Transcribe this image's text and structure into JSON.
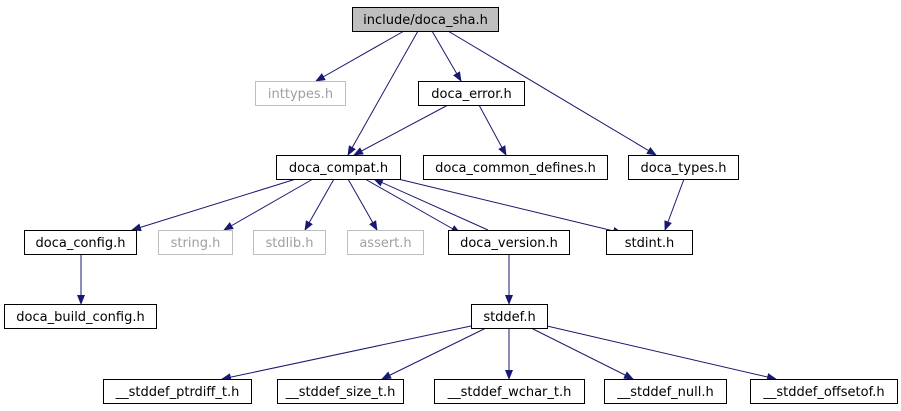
{
  "graph": {
    "colors": {
      "edge": "#191970",
      "node_border": "#000000",
      "node_border_missing": "#bfbfbf",
      "node_text": "#000000",
      "node_text_missing": "#a0a0a0",
      "root_fill": "#bfbfbf",
      "node_fill": "#ffffff"
    },
    "nodes": [
      {
        "id": "doca_sha",
        "label": "include/doca_sha.h",
        "kind": "root"
      },
      {
        "id": "inttypes",
        "label": "inttypes.h",
        "kind": "missing"
      },
      {
        "id": "doca_error",
        "label": "doca_error.h",
        "kind": "normal"
      },
      {
        "id": "doca_compat",
        "label": "doca_compat.h",
        "kind": "normal"
      },
      {
        "id": "doca_common_defines",
        "label": "doca_common_defines.h",
        "kind": "normal"
      },
      {
        "id": "doca_types",
        "label": "doca_types.h",
        "kind": "normal"
      },
      {
        "id": "doca_config",
        "label": "doca_config.h",
        "kind": "normal"
      },
      {
        "id": "string",
        "label": "string.h",
        "kind": "missing"
      },
      {
        "id": "stdlib",
        "label": "stdlib.h",
        "kind": "missing"
      },
      {
        "id": "assert",
        "label": "assert.h",
        "kind": "missing"
      },
      {
        "id": "doca_version",
        "label": "doca_version.h",
        "kind": "normal"
      },
      {
        "id": "stdint",
        "label": "stdint.h",
        "kind": "normal"
      },
      {
        "id": "doca_build_config",
        "label": "doca_build_config.h",
        "kind": "normal"
      },
      {
        "id": "stddef",
        "label": "stddef.h",
        "kind": "normal"
      },
      {
        "id": "stddef_ptrdiff_t",
        "label": "__stddef_ptrdiff_t.h",
        "kind": "normal"
      },
      {
        "id": "stddef_size_t",
        "label": "__stddef_size_t.h",
        "kind": "normal"
      },
      {
        "id": "stddef_wchar_t",
        "label": "__stddef_wchar_t.h",
        "kind": "normal"
      },
      {
        "id": "stddef_null",
        "label": "__stddef_null.h",
        "kind": "normal"
      },
      {
        "id": "stddef_offsetof",
        "label": "__stddef_offsetof.h",
        "kind": "normal"
      }
    ],
    "edges": [
      {
        "from": "doca_sha",
        "to": "inttypes"
      },
      {
        "from": "doca_sha",
        "to": "doca_compat"
      },
      {
        "from": "doca_sha",
        "to": "doca_error"
      },
      {
        "from": "doca_sha",
        "to": "doca_types"
      },
      {
        "from": "doca_error",
        "to": "doca_compat"
      },
      {
        "from": "doca_error",
        "to": "doca_common_defines"
      },
      {
        "from": "doca_types",
        "to": "stdint"
      },
      {
        "from": "doca_compat",
        "to": "doca_config"
      },
      {
        "from": "doca_compat",
        "to": "string"
      },
      {
        "from": "doca_compat",
        "to": "stdlib"
      },
      {
        "from": "doca_compat",
        "to": "assert"
      },
      {
        "from": "doca_compat",
        "to": "doca_version"
      },
      {
        "from": "doca_compat",
        "to": "stdint"
      },
      {
        "from": "doca_version",
        "to": "doca_compat"
      },
      {
        "from": "doca_config",
        "to": "doca_build_config"
      },
      {
        "from": "doca_version",
        "to": "stddef"
      },
      {
        "from": "stddef",
        "to": "stddef_ptrdiff_t"
      },
      {
        "from": "stddef",
        "to": "stddef_size_t"
      },
      {
        "from": "stddef",
        "to": "stddef_wchar_t"
      },
      {
        "from": "stddef",
        "to": "stddef_null"
      },
      {
        "from": "stddef",
        "to": "stddef_offsetof"
      }
    ]
  }
}
